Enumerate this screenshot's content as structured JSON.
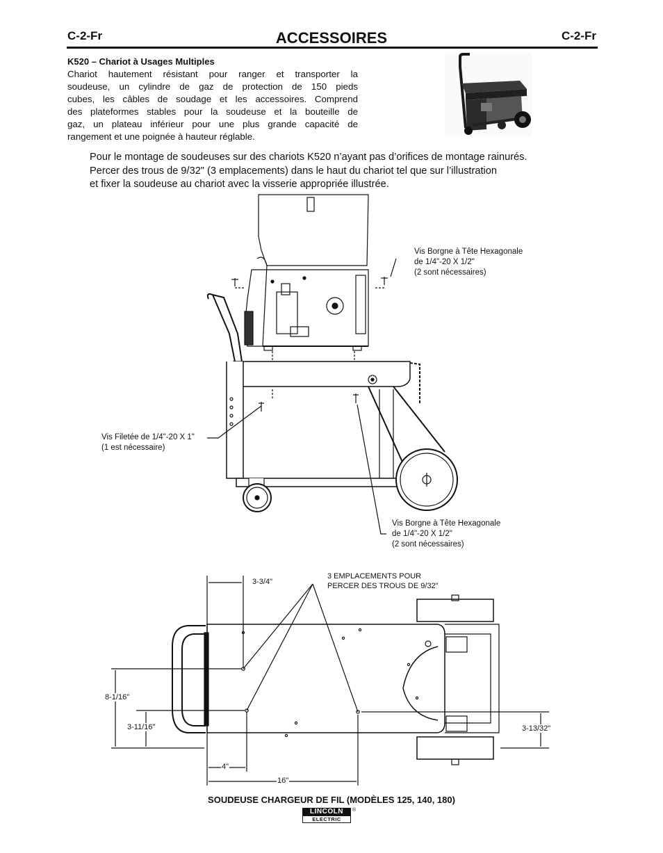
{
  "header": {
    "code_left": "C-2-Fr",
    "title": "ACCESSOIRES",
    "code_right": "C-2-Fr"
  },
  "section": {
    "heading": "K520 – Chariot à Usages Multiples",
    "intro_lines": [
      "Chariot hautement résistant pour ranger et transporter la",
      "soudeuse, un cylindre de gaz de protection de 150 pieds",
      "cubes, les câbles de soudage et les accessoires. Comprend",
      "des plateformes stables pour la soudeuse et la bouteille de",
      "gaz, un plateau inférieur pour une plus grande capacité de",
      "rangement et une poignée à hauteur réglable."
    ],
    "mounting_lines": [
      "Pour le montage de soudeuses sur des chariots K520 n’ayant pas d’orifices de montage rainurés.",
      "Percer des trous de 9/32\" (3 emplacements) dans le haut du chariot tel que sur l’illustration",
      "et fixer la soudeuse au chariot avec la visserie appropriée illustrée."
    ]
  },
  "diagram_side": {
    "callout_top": [
      "Vis Borgne à Tête Hexagonale",
      "de 1/4\"-20 X 1/2\"",
      "(2 sont nécessaires)"
    ],
    "callout_left": [
      "Vis Filetée de 1/4\"-20 X 1\"",
      "(1 est nécessaire)"
    ],
    "callout_bottom": [
      "Vis Borgne à Tête Hexagonale",
      "de 1/4\"-20 X 1/2\"",
      "(2 sont nécessaires)"
    ]
  },
  "diagram_top": {
    "callout": [
      "3 EMPLACEMENTS POUR",
      "PERCER DES TROUS DE 9/32\""
    ],
    "dim_3_3_4": "3-3/4\"",
    "dim_8_1_16": "8-1/16\"",
    "dim_3_11_16": "3-11/16\"",
    "dim_4": "4\"",
    "dim_16": "16\"",
    "dim_3_13_32": "3-13/32\""
  },
  "footer": {
    "product": "SOUDEUSE CHARGEUR DE FIL (MODÈLES 125, 140, 180)",
    "logo_top": "LINCOLN",
    "logo_bottom": "ELECTRIC"
  }
}
